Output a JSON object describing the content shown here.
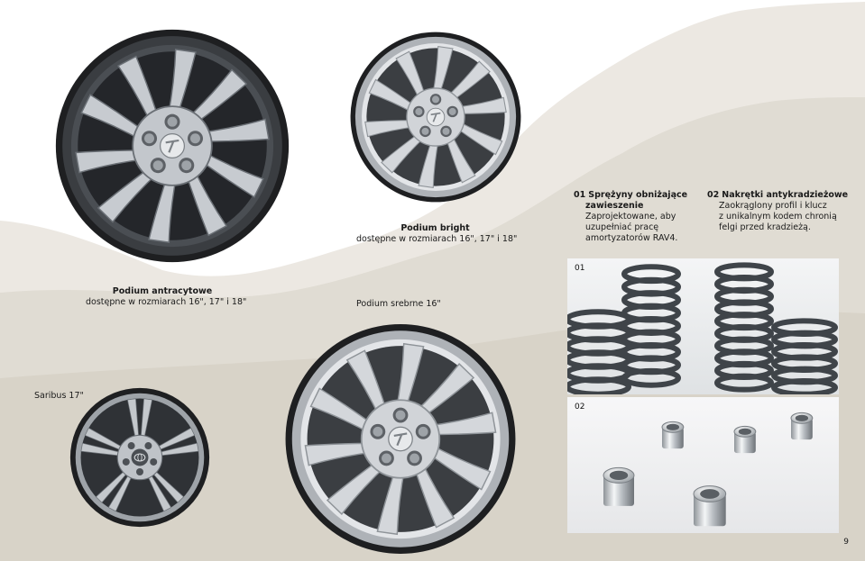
{
  "palette": {
    "paper": "#ffffff",
    "terrain_light": "#ece8e2",
    "terrain_mid": "#e0dcd3",
    "terrain_dark": "#d6d1c6",
    "anthracite": "#2f3236",
    "silver": "#c9ccd0"
  },
  "wheels": [
    {
      "id": "podium-anthracite",
      "caption_title": "Podium antracytowe",
      "caption_sizes": "dostępne w rozmiarach 16\", 17\" i 18\"",
      "finish": "anthracite",
      "style": "10-spoke"
    },
    {
      "id": "podium-bright",
      "caption_title": "Podium bright",
      "caption_sizes": "dostępne w rozmiarach 16\", 17\" i 18\"",
      "finish": "silver",
      "style": "10-spoke"
    },
    {
      "id": "podium-silver",
      "caption_title": "Podium srebrne 16\"",
      "finish": "silver",
      "style": "10-spoke"
    },
    {
      "id": "saribus",
      "caption_title": "Saribus 17\"",
      "finish": "dark-silver",
      "style": "5-double-spoke"
    }
  ],
  "items": [
    {
      "number": "01",
      "title_line1": "Sprężyny obniżające",
      "title_line2": "zawieszenie",
      "body": [
        "Zaprojektowane, aby",
        "uzupełniać pracę",
        "amortyzatorów RAV4."
      ],
      "photo_label": "01",
      "photo_subject": "coil-springs"
    },
    {
      "number": "02",
      "title": "Nakrętki antykradzieżowe",
      "body": [
        "Zaokrąglony profil i klucz",
        "z unikalnym kodem chronią",
        "felgi przed kradzieżą."
      ],
      "photo_label": "02",
      "photo_subject": "locking-wheel-nuts"
    }
  ],
  "page_number": "9"
}
